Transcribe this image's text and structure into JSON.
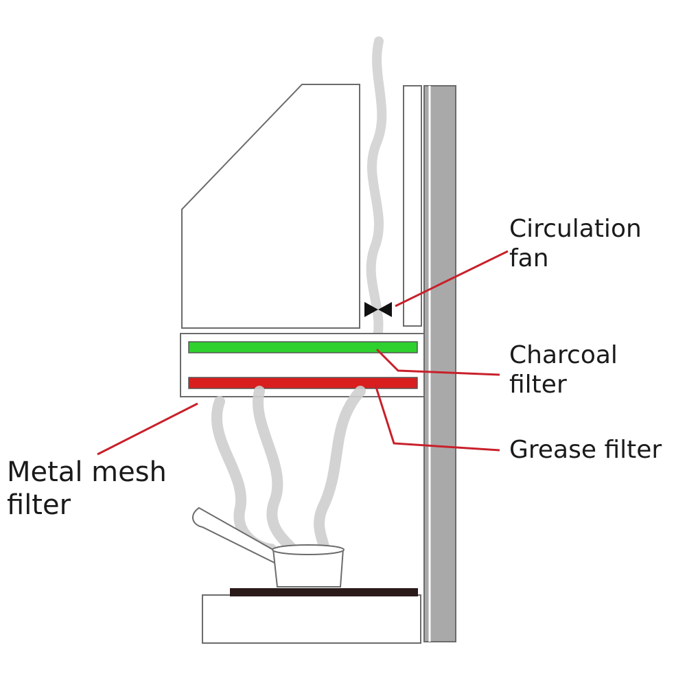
{
  "labels": {
    "circulation_fan": [
      "Circulation",
      "fan"
    ],
    "charcoal_filter": [
      "Charcoal",
      "filter"
    ],
    "grease_filter": [
      "Grease filter"
    ],
    "metal_mesh_filter": [
      "Metal mesh",
      "filter"
    ]
  },
  "colors": {
    "outline": "#6b6b6b",
    "wall": "#a9a9a9",
    "charcoal_filter": "#2ed12e",
    "grease_filter": "#d81e1e",
    "leader_line": "#c8202a",
    "smoke": "#cfcfcf",
    "cooktop": "#2a1a1a",
    "fan": "#111111"
  }
}
